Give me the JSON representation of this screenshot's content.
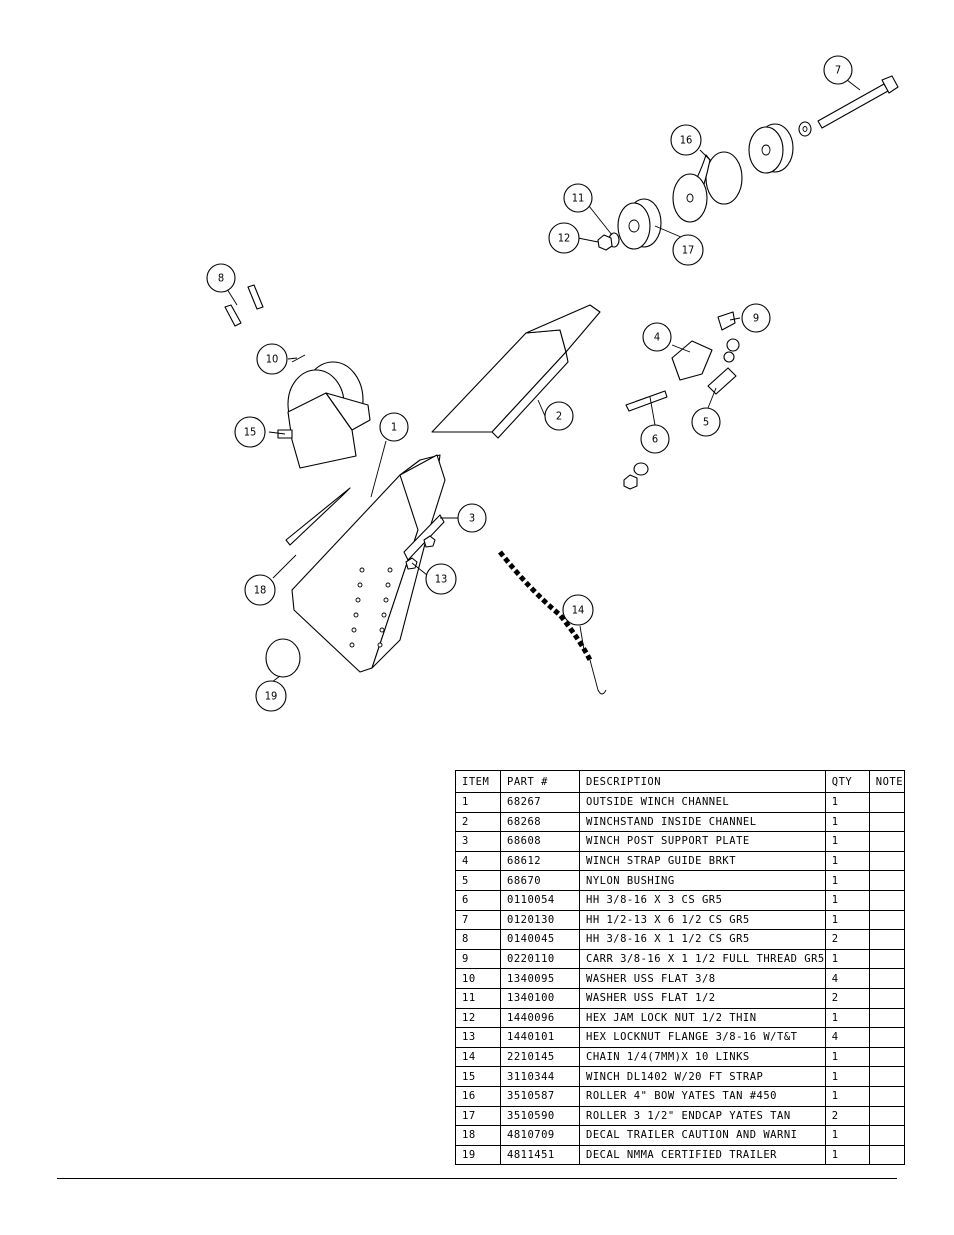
{
  "callouts": [
    "1",
    "2",
    "3",
    "4",
    "5",
    "6",
    "7",
    "8",
    "9",
    "10",
    "11",
    "12",
    "13",
    "14",
    "15",
    "16",
    "17",
    "18",
    "19"
  ],
  "table": {
    "headers": [
      "ITEM",
      "PART #",
      "DESCRIPTION",
      "QTY",
      "NOTE"
    ],
    "rows": [
      [
        "1",
        "68267",
        "OUTSIDE WINCH CHANNEL",
        "1",
        ""
      ],
      [
        "2",
        "68268",
        "WINCHSTAND   INSIDE CHANNEL",
        "1",
        ""
      ],
      [
        "3",
        "68608",
        "WINCH POST SUPPORT PLATE",
        "1",
        ""
      ],
      [
        "4",
        "68612",
        "WINCH STRAP GUIDE BRKT",
        "1",
        ""
      ],
      [
        "5",
        "68670",
        "NYLON BUSHING",
        "1",
        ""
      ],
      [
        "6",
        "0110054",
        "HH 3/8-16 X 3 CS GR5",
        "1",
        ""
      ],
      [
        "7",
        "0120130",
        "HH 1/2-13 X 6 1/2 CS GR5",
        "1",
        ""
      ],
      [
        "8",
        "0140045",
        "HH 3/8-16 X 1 1/2 CS GR5",
        "2",
        ""
      ],
      [
        "9",
        "0220110",
        "CARR 3/8-16 X 1 1/2 FULL THREAD GR5",
        "1",
        ""
      ],
      [
        "10",
        "1340095",
        "WASHER USS FLAT 3/8",
        "4",
        ""
      ],
      [
        "11",
        "1340100",
        "WASHER USS FLAT 1/2",
        "2",
        ""
      ],
      [
        "12",
        "1440096",
        "HEX JAM LOCK NUT 1/2 THIN",
        "1",
        ""
      ],
      [
        "13",
        "1440101",
        "HEX LOCKNUT FLANGE 3/8-16 W/T&T",
        "4",
        ""
      ],
      [
        "14",
        "2210145",
        "CHAIN 1/4(7MM)X 10 LINKS",
        "1",
        ""
      ],
      [
        "15",
        "3110344",
        "WINCH DL1402 W/20 FT STRAP",
        "1",
        ""
      ],
      [
        "16",
        "3510587",
        "ROLLER 4\" BOW YATES TAN #450",
        "1",
        ""
      ],
      [
        "17",
        "3510590",
        "ROLLER 3 1/2\" ENDCAP YATES TAN",
        "2",
        ""
      ],
      [
        "18",
        "4810709",
        "DECAL TRAILER CAUTION AND WARNI",
        "1",
        ""
      ],
      [
        "19",
        "4811451",
        " DECAL NMMA CERTIFIED TRAILER",
        "1",
        ""
      ]
    ]
  }
}
